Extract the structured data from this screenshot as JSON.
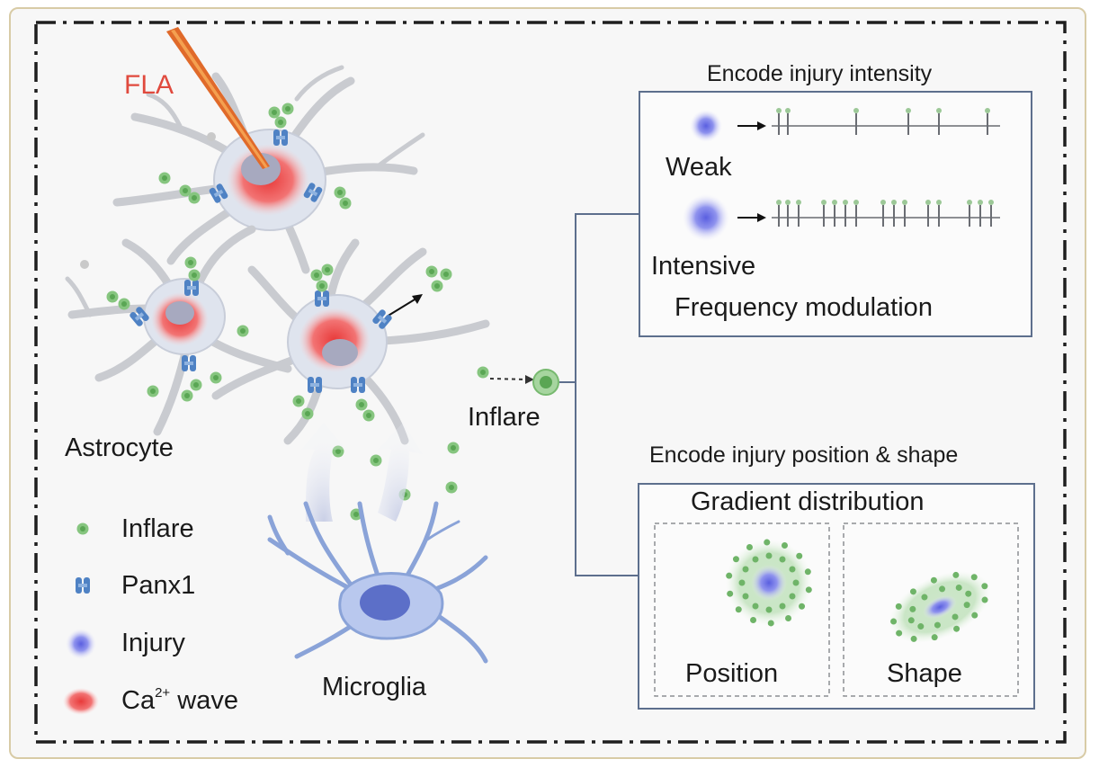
{
  "labels": {
    "fla": "FLA",
    "astrocyte": "Astrocyte",
    "microglia": "Microglia",
    "inflare_center": "Inflare"
  },
  "legend": [
    {
      "icon": "inflare-icon",
      "label": "Inflare"
    },
    {
      "icon": "panx1-icon",
      "label": "Panx1"
    },
    {
      "icon": "injury-icon",
      "label": "Injury"
    },
    {
      "icon": "ca-wave-icon",
      "label_main": "Ca",
      "label_sup": "2+",
      "label_tail": " wave"
    }
  ],
  "intensity_panel": {
    "title": "Encode injury intensity",
    "weak": "Weak",
    "intensive": "Intensive",
    "caption": "Frequency modulation"
  },
  "position_panel": {
    "title": "Encode injury position & shape",
    "heading": "Gradient distribution",
    "position": "Position",
    "shape": "Shape"
  },
  "colors": {
    "frame_border": "#d8cba6",
    "fla_red": "#e04a3e",
    "inflare_green": "#7fc27a",
    "panx1_blue": "#4f82c4",
    "injury_blue": "#6a6fe0",
    "ca_red": "#f07070",
    "panel_border": "#5d6f8d"
  }
}
